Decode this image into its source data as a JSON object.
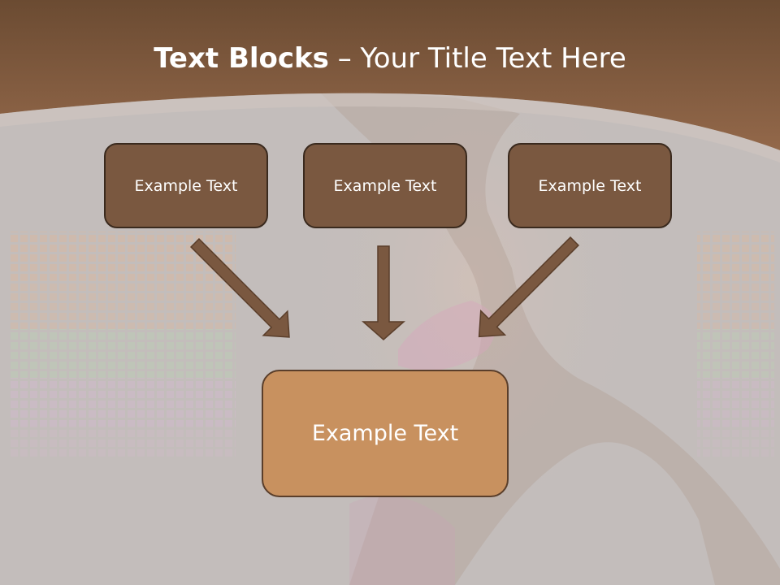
{
  "title": {
    "bold": "Text Blocks",
    "rest": " – Your Title Text Here"
  },
  "boxes": {
    "left": "Example Text",
    "center": "Example Text",
    "right": "Example Text",
    "bottom": "Example Text"
  },
  "colors": {
    "header_band": "#7e5a3e",
    "background": "#c3bdbb",
    "top_box_fill": "#7a5840",
    "bottom_box_fill": "#c8915f",
    "arrow_fill": "#7a5840"
  }
}
